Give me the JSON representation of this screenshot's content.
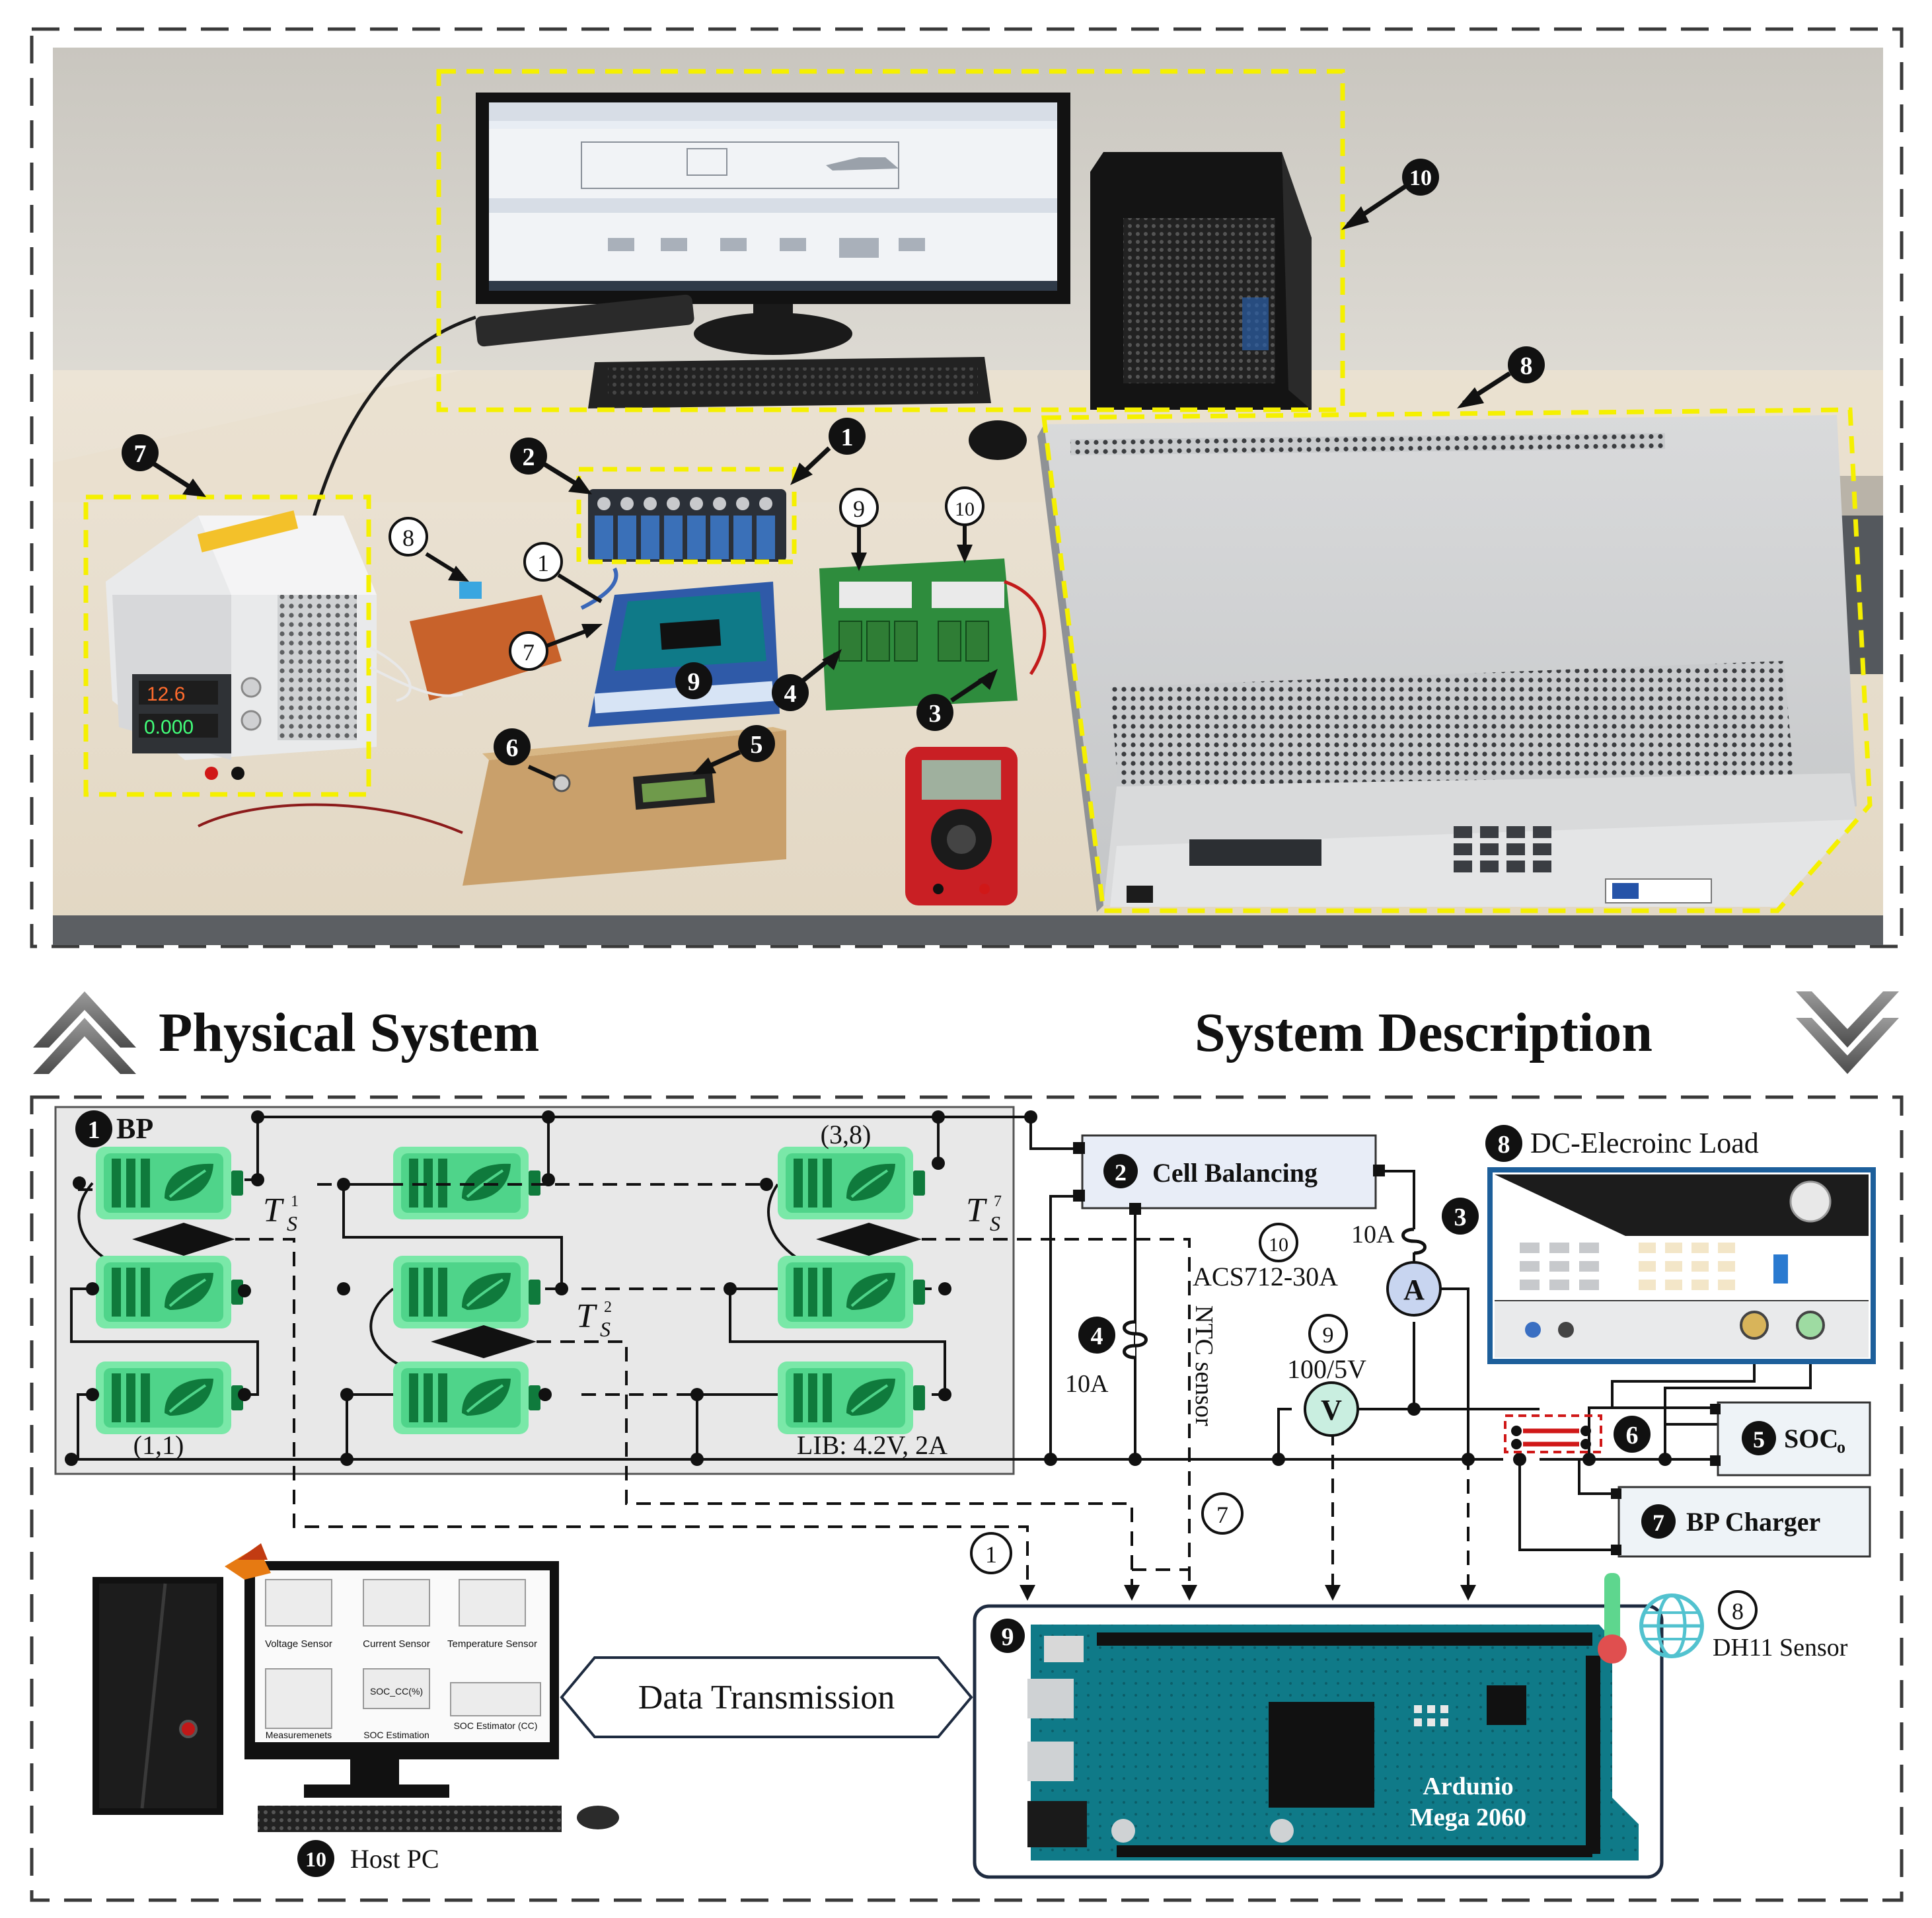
{
  "section_titles": {
    "physical": "Physical System",
    "description": "System Description"
  },
  "photo": {
    "black_callouts": [
      "1",
      "2",
      "3",
      "4",
      "5",
      "6",
      "7",
      "8",
      "9",
      "10"
    ],
    "outline_callouts": [
      "1",
      "7",
      "8",
      "9",
      "10"
    ],
    "supply_display_top": "12.6",
    "supply_display_bottom": "0.000"
  },
  "schematic": {
    "bp_label": "BP",
    "cell_top_right": "(3,8)",
    "cell_bottom_left": "(1,1)",
    "lib_spec": "LIB: 4.2V, 2A",
    "ts1": "T",
    "ts1_sub": "S",
    "ts1_sup": "1",
    "ts2": "T",
    "ts2_sub": "S",
    "ts2_sup": "2",
    "ts7": "T",
    "ts7_sub": "S",
    "ts7_sup": "7",
    "cell_balancing": "Cell Balancing",
    "fuse_3": "10A",
    "fuse_4": "10A",
    "acs": "ACS712-30A",
    "ammeter": "A",
    "voltmeter": "V",
    "divider": "100/5V",
    "ntc": "NTC sensor",
    "load_title": "DC-Elecroinc Load",
    "soc_box": "SOC",
    "soc_sub": "o",
    "charger_box": "BP Charger",
    "dht_label": "DH11 Sensor",
    "arduino_line1": "Ardunio",
    "arduino_line2": "Mega 2060",
    "data_transmission": "Data Transmission",
    "host_pc": "Host PC",
    "screen_tiles": [
      "Voltage Sensor",
      "Current Sensor",
      "Temperature Sensor",
      "Measuremenets",
      "SOC Estimation"
    ],
    "soc_block": "SOC_CC(%)",
    "soc_estimator": "SOC Estimator (CC)",
    "num": {
      "n1": "1",
      "n2": "2",
      "n3": "3",
      "n4": "4",
      "n5": "5",
      "n6": "6",
      "n7": "7",
      "n8": "8",
      "n9": "9",
      "n10": "10",
      "o1": "1",
      "o7": "7",
      "o8": "8",
      "o9": "9",
      "o10": "10"
    }
  },
  "colors": {
    "accent_yellow": "#f5f000",
    "cell_green": "#67e09a",
    "cell_dark": "#148a43",
    "arduino_teal": "#0f7a88",
    "load_blue": "#1d5f9b"
  }
}
